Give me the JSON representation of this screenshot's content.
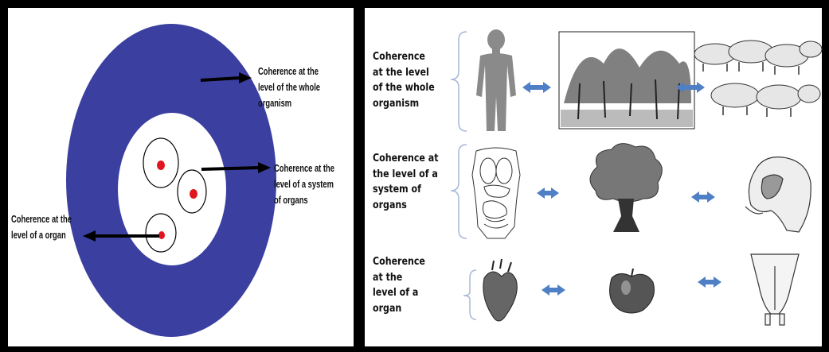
{
  "left": {
    "whole_organism": [
      "Coherence at the",
      "level of the whole",
      "organism"
    ],
    "system_of_organs": [
      "Coherence at the",
      "level of a system",
      "of organs"
    ],
    "organ": [
      "Coherence at the",
      "level of a organ"
    ]
  },
  "right": {
    "rows": [
      {
        "label": [
          "Coherence",
          "at the level",
          "of the whole",
          "organism"
        ],
        "icons": [
          "human-figure",
          "orchard-trees",
          "sheep-flock"
        ]
      },
      {
        "label": [
          "Coherence at",
          "the level of a",
          "system of",
          "organs"
        ],
        "icons": [
          "human-organs",
          "tree",
          "sheep-head"
        ]
      },
      {
        "label": [
          "Coherence",
          "at the",
          "level of a",
          "organ"
        ],
        "icons": [
          "heart",
          "apple",
          "udder"
        ]
      }
    ]
  },
  "colors": {
    "ring": "#3a3fa0",
    "dot": "#e0161f",
    "arrow": "#4f80c6",
    "frame": "#000000"
  }
}
